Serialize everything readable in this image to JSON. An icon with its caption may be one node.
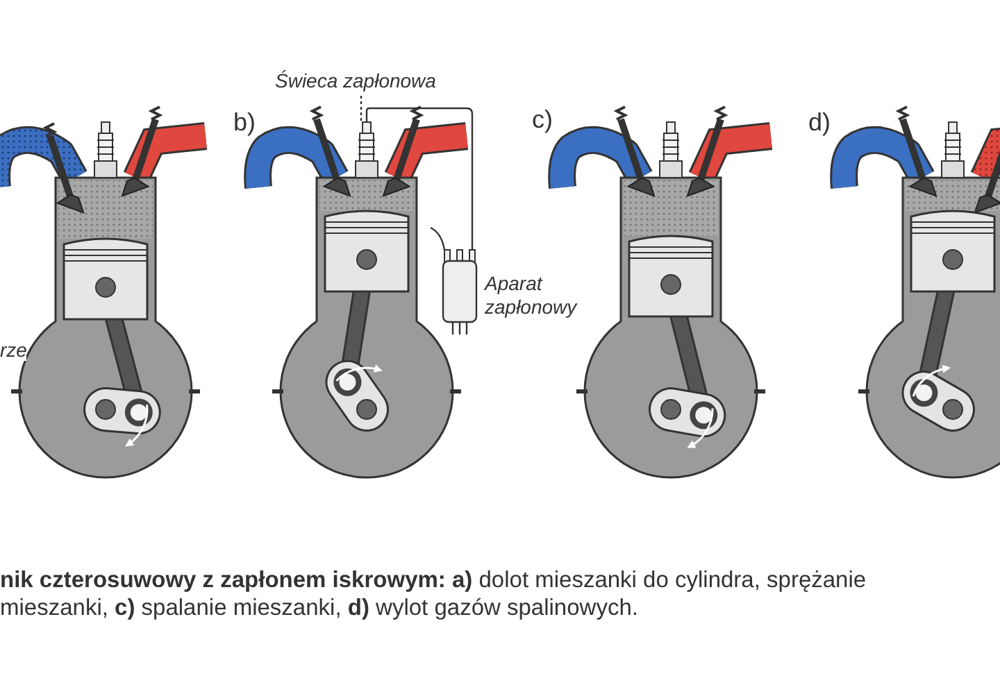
{
  "diagram": {
    "caption": "**nik czterosuwowy z zapłonem iskrowym: a)** dolot mieszanki do cylindra, sprężanie mieszanki, **c)** spalanie mieszanki, **d)** wylot gazów spalinowych.",
    "nodes": [
      {
        "text": [
          "Świeca zapłonowa"
        ]
      },
      {
        "text": [],
        "shape": "picture"
      },
      {
        "text": [],
        "shape": "picture"
      },
      {
        "text": [],
        "shape": "picture"
      },
      {
        "text": [],
        "shape": "picture"
      },
      {
        "text": [],
        "shape": "picture",
        "beside": [
          "Aparat zapłonowy"
        ]
      }
    ],
    "edges": [
      {
        "from": 0,
        "to": 2,
        "arrow": "none",
        "style": "dashed"
      },
      {
        "from": 2,
        "to": 5,
        "arrow": "none"
      }
    ],
    "labels": [
      "b)",
      "c)",
      "d)",
      "rze"
    ]
  }
}
